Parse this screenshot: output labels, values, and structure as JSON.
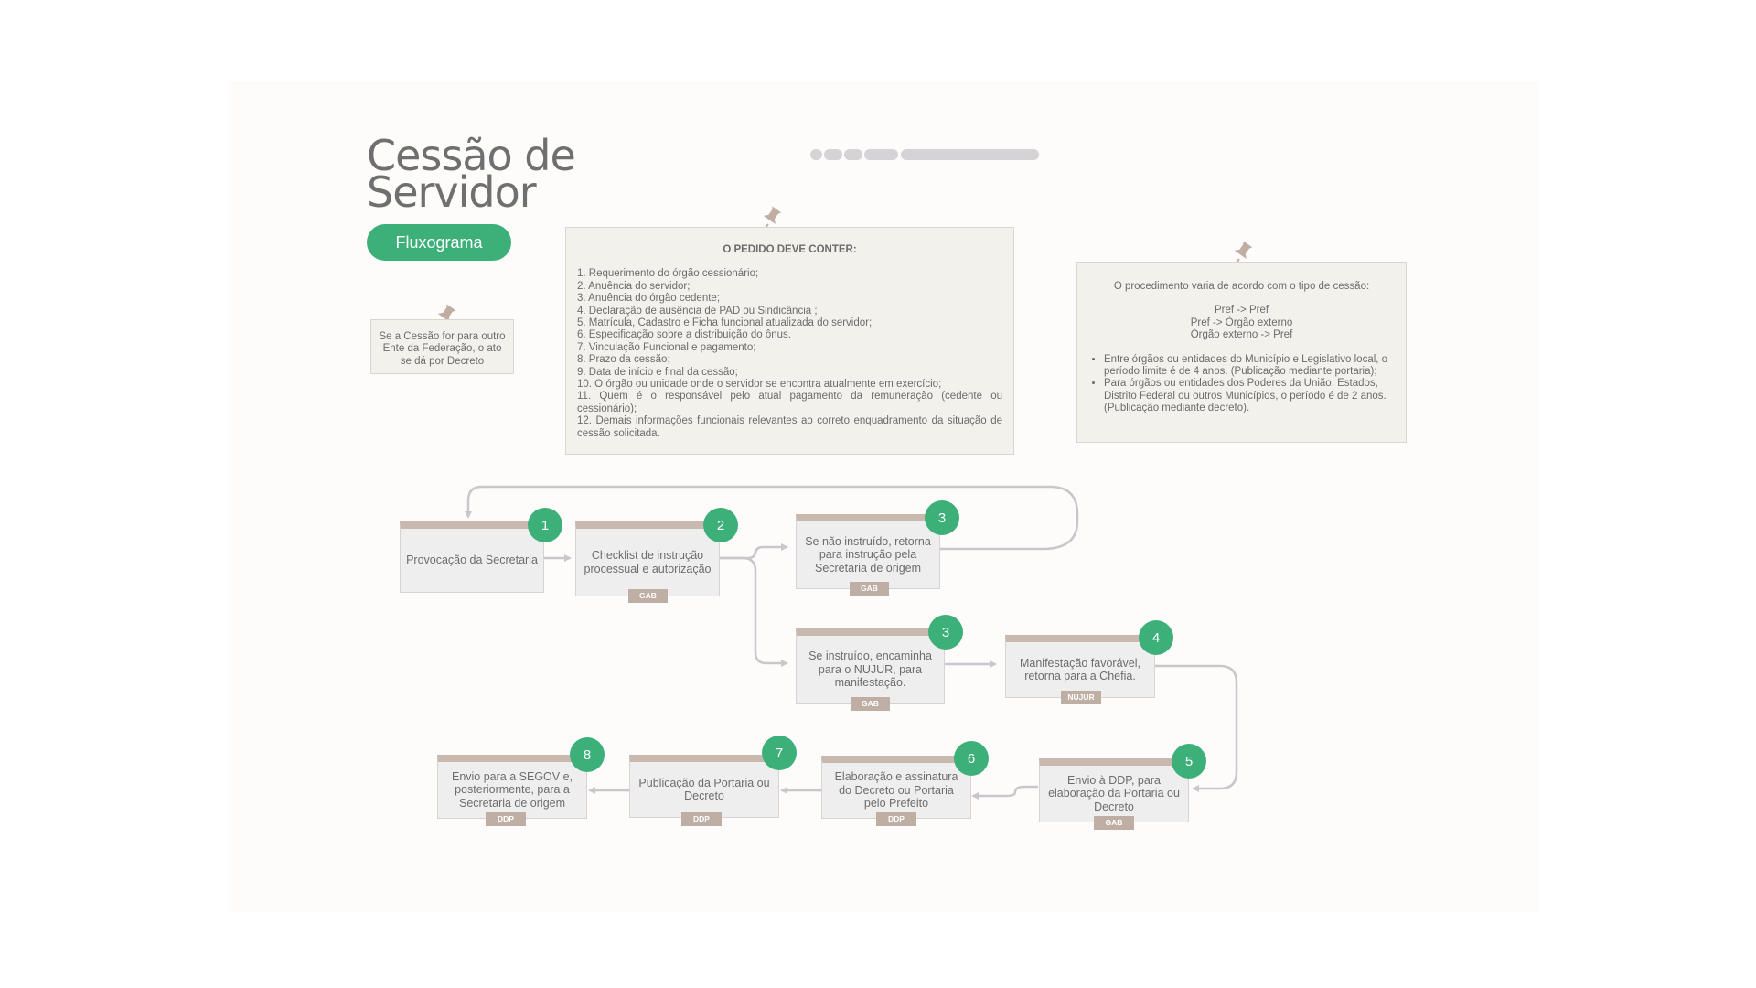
{
  "title": {
    "line1": "Cessão de",
    "line2": "Servidor"
  },
  "tag": "Fluxograma",
  "note_small": "Se a Cessão for para outro Ente da Federação, o ato se dá por Decreto",
  "note_request": {
    "heading": "O PEDIDO DEVE CONTER:",
    "items": [
      "1. Requerimento do órgão cessionário;",
      "2. Anuência do servidor;",
      "3. Anuência do órgão cedente;",
      "4. Declaração de ausência de PAD ou Sindicância ;",
      "5. Matrícula, Cadastro e Ficha funcional atualizada do servidor;",
      "6. Especificação sobre a distribuição do ônus.",
      "7. Vinculação Funcional e pagamento;",
      "8. Prazo da cessão;",
      "9. Data de início e final da cessão;",
      "10. O órgão ou unidade onde o servidor se encontra atualmente em exercício;",
      "11. Quem é o responsável pelo atual pagamento da remuneração (cedente ou cessionário);",
      "12. Demais informações funcionais relevantes ao correto enquadramento da situação de cessão solicitada."
    ]
  },
  "note_procedure": {
    "intro": "O procedimento varia de acordo com o tipo de cessão:",
    "types": [
      "Pref -> Pref",
      "Pref -> Órgão externo",
      "Órgão externo -> Pref"
    ],
    "rules": [
      "Entre órgãos ou entidades do Município e Legislativo local, o período limite é de 4 anos. (Publicação mediante portaria);",
      "Para órgãos ou entidades dos Poderes da União, Estados, Distrito Federal ou outros Municípios, o período é de 2 anos. (Publicação mediante decreto)."
    ]
  },
  "steps": {
    "s1": {
      "num": "1",
      "text": "Provocação da Secretaria"
    },
    "s2": {
      "num": "2",
      "text": "Checklist de instrução processual e autorização",
      "badge": "GAB"
    },
    "s3a": {
      "num": "3",
      "text": "Se não instruído, retorna para instrução pela Secretaria de origem",
      "badge": "GAB"
    },
    "s3b": {
      "num": "3",
      "text": "Se instruído, encaminha para o NUJUR, para manifestação.",
      "badge": "GAB"
    },
    "s4": {
      "num": "4",
      "text": "Manifestação favorável, retorna para a Chefia.",
      "badge": "NUJUR"
    },
    "s5": {
      "num": "5",
      "text": "Envio à DDP, para elaboração da Portaria ou Decreto",
      "badge": "GAB"
    },
    "s6": {
      "num": "6",
      "text": "Elaboração e assinatura do Decreto ou Portaria pelo Prefeito",
      "badge": "DDP"
    },
    "s7": {
      "num": "7",
      "text": "Publicação da Portaria ou Decreto",
      "badge": "DDP"
    },
    "s8": {
      "num": "8",
      "text": "Envio para a SEGOV e, posteriormente, para a Secretaria de origem",
      "badge": "DDP"
    }
  },
  "colors": {
    "accent": "#3db07a",
    "box_header": "#c8b8ae",
    "badge": "#bfaea4",
    "connector": "#c9c6cc"
  },
  "icons": [
    "pushpin-icon"
  ]
}
